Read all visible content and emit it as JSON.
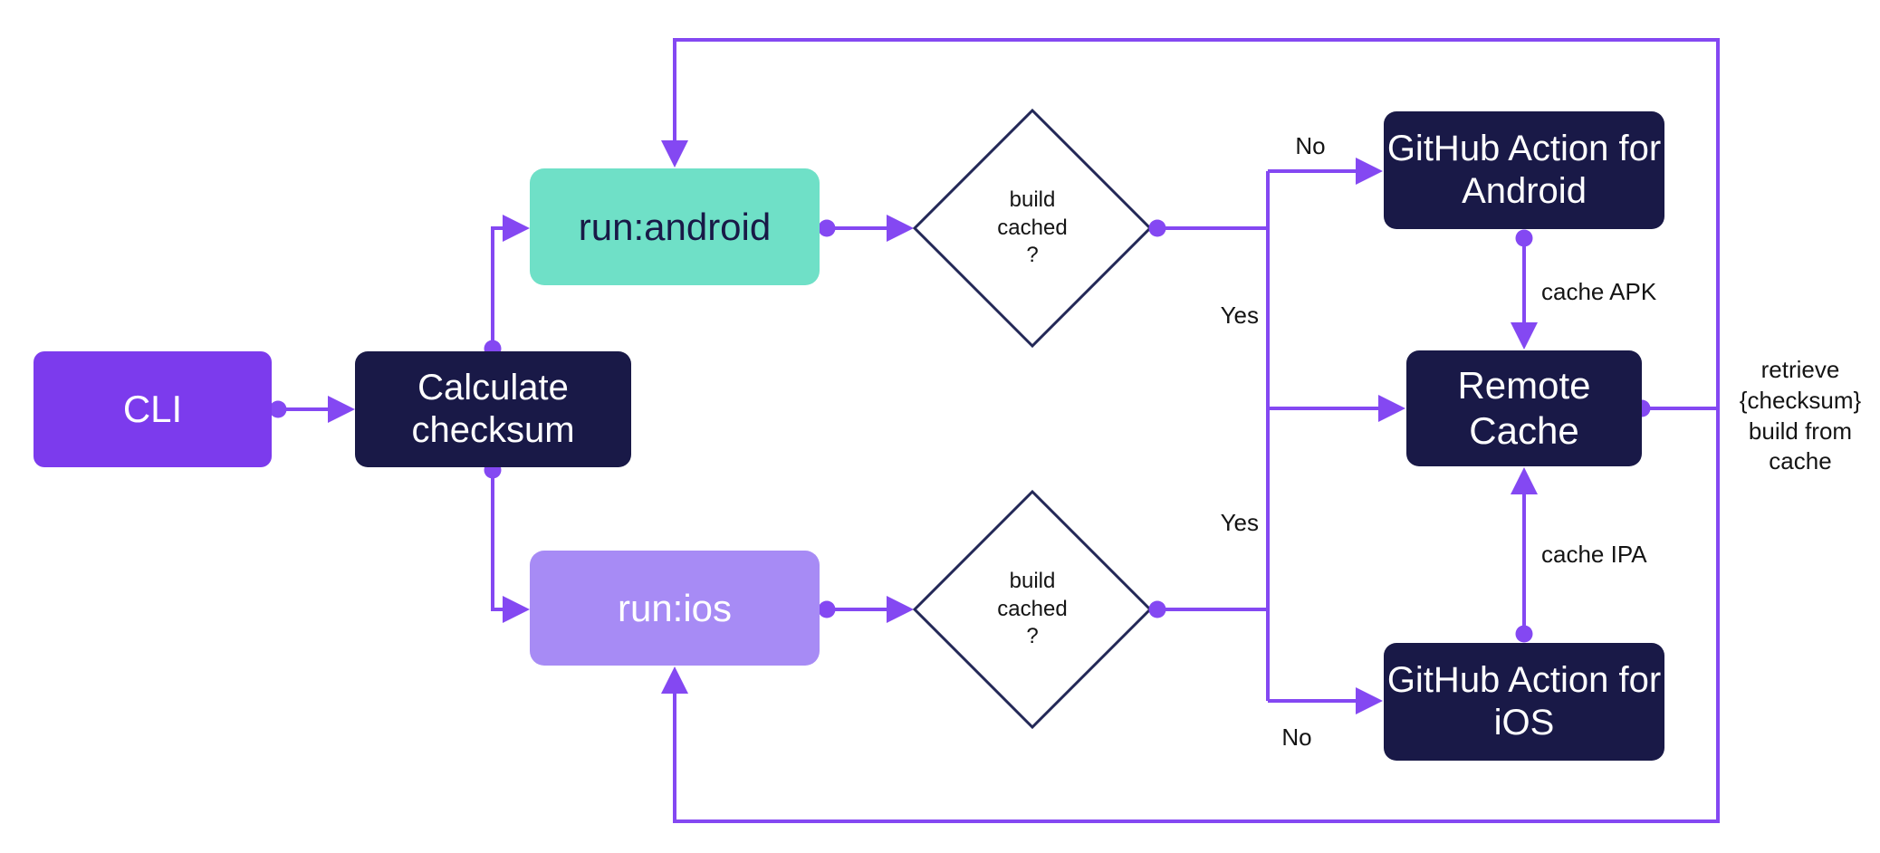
{
  "colors": {
    "line": "#8448F2",
    "node-navy": "#191947",
    "node-purple": "#7C3BED",
    "node-teal": "#6FE0C7",
    "node-lavender": "#A78BF5",
    "diamond-stroke": "#232857",
    "canvas": "#FFFFFF",
    "label-text": "#141414"
  },
  "nodes": {
    "cli": {
      "label": "CLI"
    },
    "calculate_checksum": {
      "label": "Calculate checksum"
    },
    "run_android": {
      "label": "run:android"
    },
    "run_ios": {
      "label": "run:ios"
    },
    "decision_android": {
      "label": "build cached ?"
    },
    "decision_ios": {
      "label": "build cached ?"
    },
    "github_action_android": {
      "label": "GitHub Action for Android"
    },
    "remote_cache": {
      "label": "Remote Cache"
    },
    "github_action_ios": {
      "label": "GitHub Action for iOS"
    }
  },
  "edge_labels": {
    "decision_android_no": "No",
    "decision_android_yes": "Yes",
    "decision_ios_yes": "Yes",
    "decision_ios_no": "No",
    "cache_apk": "cache APK",
    "cache_ipa": "cache IPA",
    "retrieve_from_cache": "retrieve {checksum} build from cache"
  }
}
